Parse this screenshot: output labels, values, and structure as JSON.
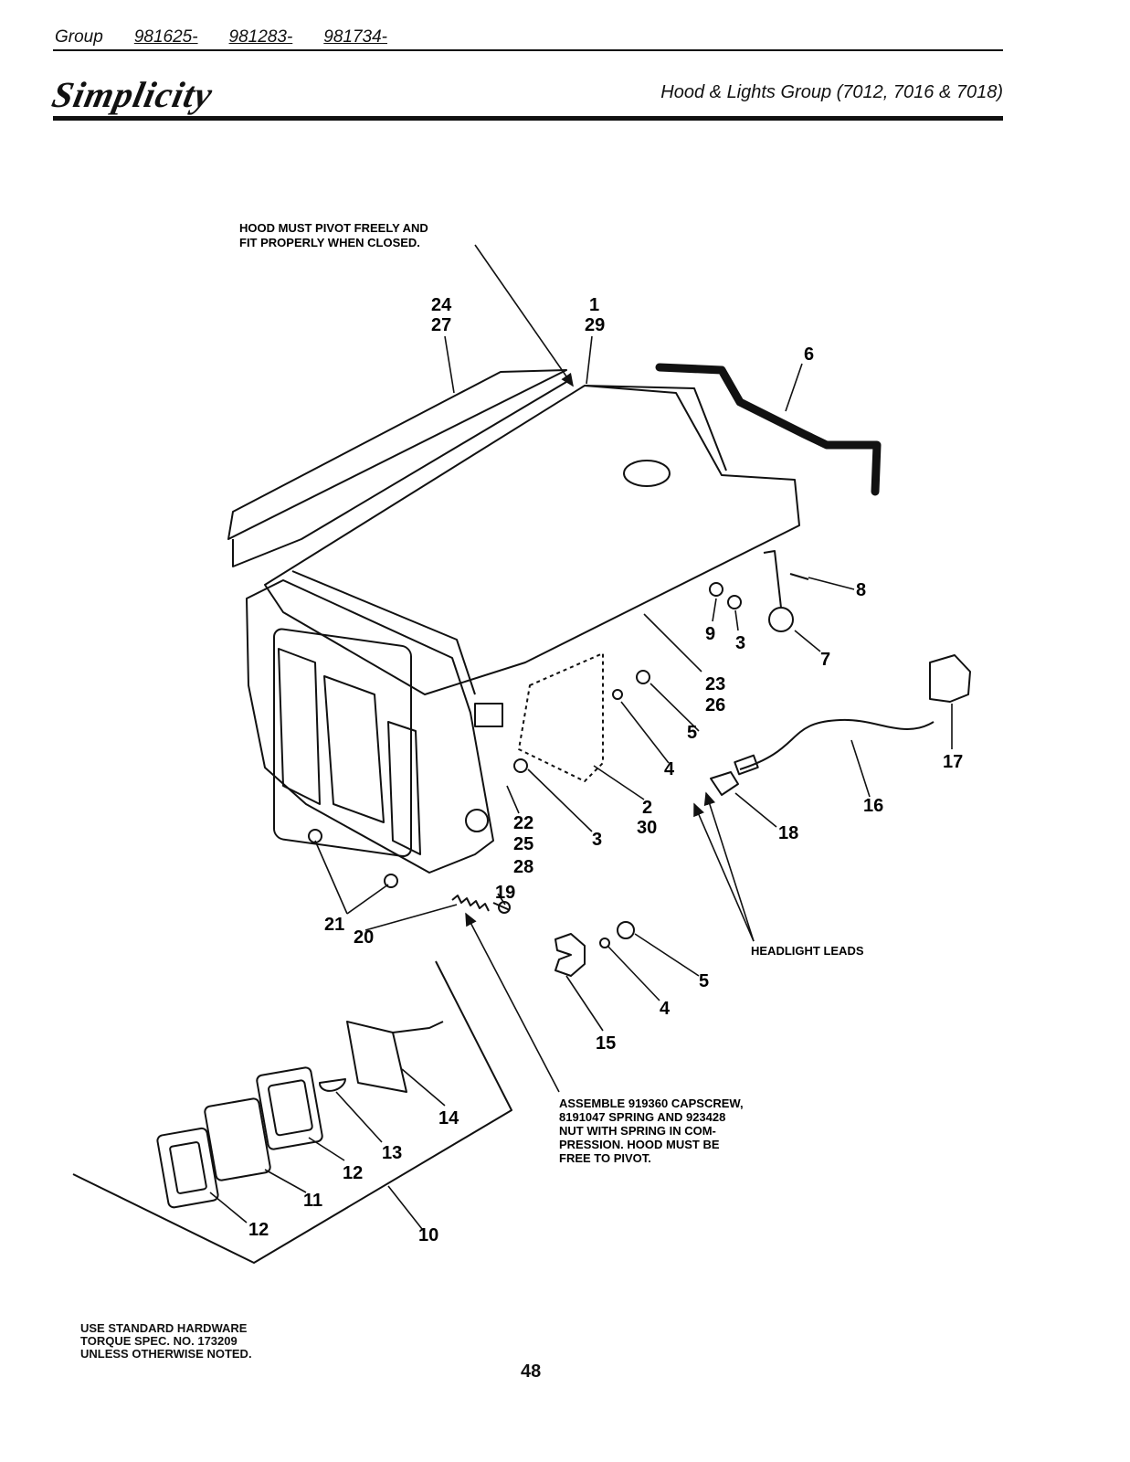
{
  "header": {
    "group_label": "Group",
    "group_numbers": [
      "981625-",
      "981283-",
      "981734-"
    ],
    "brand": "Simplicity",
    "subtitle": "Hood & Lights Group (7012, 7016 & 7018)"
  },
  "notes": {
    "hood_pivot": [
      "HOOD MUST PIVOT FREELY AND",
      "FIT PROPERLY WHEN CLOSED."
    ],
    "headlight_leads": "HEADLIGHT LEADS",
    "assemble": [
      "ASSEMBLE 919360 CAPSCREW,",
      "8191047 SPRING AND 923428",
      "NUT WITH SPRING IN COM-",
      "PRESSION.  HOOD MUST BE",
      "FREE TO PIVOT."
    ],
    "hardware": [
      "USE STANDARD HARDWARE",
      "TORQUE SPEC. NO. 173209",
      "UNLESS OTHERWISE NOTED."
    ]
  },
  "callouts": {
    "c24": "24",
    "c27": "27",
    "c1": "1",
    "c29": "29",
    "c6": "6",
    "c8": "8",
    "c9": "9",
    "c3a": "3",
    "c7": "7",
    "c23": "23",
    "c26": "26",
    "c5a": "5",
    "c4a": "4",
    "c17": "17",
    "c16": "16",
    "c2": "2",
    "c30": "30",
    "c3b": "3",
    "c22": "22",
    "c25": "25",
    "c28": "28",
    "c18": "18",
    "c19": "19",
    "c21": "21",
    "c20": "20",
    "c5b": "5",
    "c4b": "4",
    "c15": "15",
    "c14": "14",
    "c13": "13",
    "c12a": "12",
    "c11": "11",
    "c12b": "12",
    "c10": "10"
  },
  "page_number": "48"
}
